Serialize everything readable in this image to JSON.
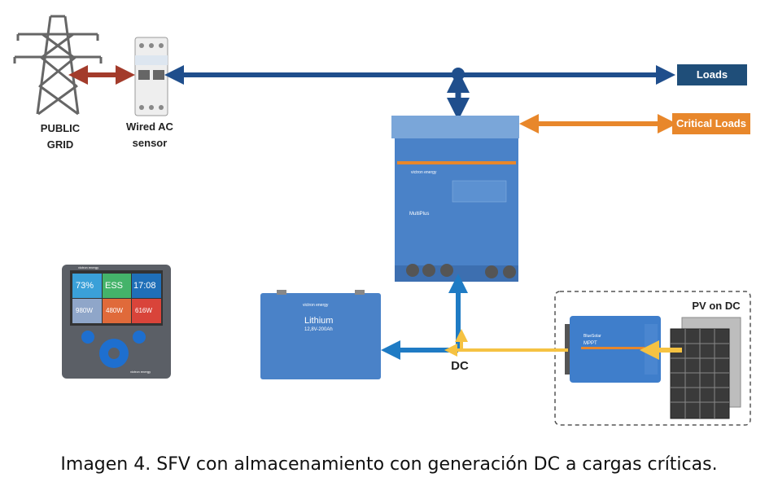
{
  "labels": {
    "public_grid": "PUBLIC\nGRID",
    "wired_ac_sensor": "Wired AC\nsensor",
    "loads": "Loads",
    "critical_loads": "Critical Loads",
    "dc": "DC",
    "pv_on_dc": "PV on DC"
  },
  "devices": {
    "multiplus_name": "MultiPlus",
    "battery_name": "Lithium",
    "battery_spec": "12,8V-200Ah",
    "mppt_name": "BlueSolar",
    "mppt_sub": "MPPT",
    "brand": "victron energy"
  },
  "gx_screen": {
    "tile1": "73%",
    "tile2": "ESS",
    "tile3": "17:08",
    "tile4": "980W",
    "tile5": "480W",
    "tile6": "616W",
    "bezel": "victron energy",
    "footer": "victron energy"
  },
  "caption": "Imagen 4. SFV con almacenamiento con generación DC a cargas críticas.",
  "colors": {
    "ac_blue": "#1f4e8c",
    "dc_blue": "#1f7bc4",
    "orange": "#e8872b",
    "grid_link": "#a33b2b",
    "yellow": "#f5c242",
    "loads_tag": "#1f4e79",
    "critical_tag": "#e8872b"
  }
}
